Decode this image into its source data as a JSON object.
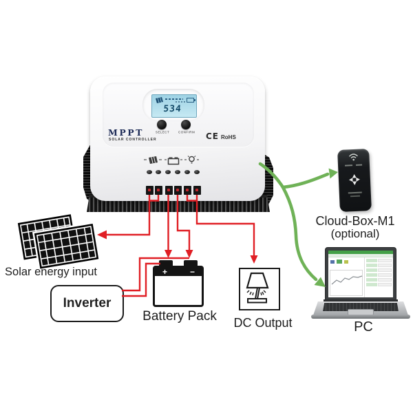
{
  "controller": {
    "brand": "MPPT",
    "subtitle": "SOLAR CONTROLLER",
    "lcd_value": "534",
    "select_label": "SELECT",
    "confirm_label": "CONFIRM",
    "ce_mark": "CE",
    "rohs_mark": "RoHS"
  },
  "labels": {
    "solar": "Solar energy input",
    "inverter": "Inverter",
    "battery": "Battery Pack",
    "battery_plus": "+",
    "battery_minus": "−",
    "dc_output": "DC Output",
    "cloud_box": "Cloud-Box-M1",
    "cloud_box_note": "(optional)",
    "pc": "PC"
  },
  "icons": {
    "lcd_pv": "solar-panel",
    "lcd_battery": "battery",
    "pv_indicator": "solar-panel",
    "battery_indicator": "battery",
    "load_indicator": "bulb",
    "dc_output": "table-lamp",
    "solar_input": "solar-panel-array",
    "cloud_box_top": "wifi",
    "cloud_box_logo": "pinwheel"
  },
  "colors": {
    "wire_red": "#e01e24",
    "arrow_green": "#6fb257",
    "lcd_blue": "#9ed2e4",
    "brand_navy": "#1c2a56"
  }
}
